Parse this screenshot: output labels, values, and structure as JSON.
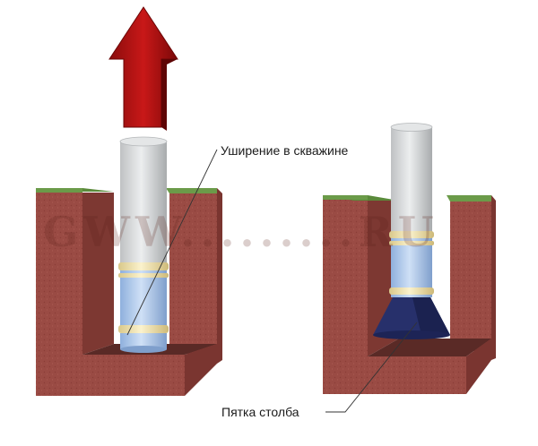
{
  "labels": {
    "widening": "Уширение в скважине",
    "heel": "Пятка столба"
  },
  "watermark": "GWW.........RU",
  "colors": {
    "soil": "#9a4b44",
    "soil_dark": "#7a3530",
    "grass": "#5a8a3a",
    "pile": "#d2d4d6",
    "pile_blue": "#a9c3e6",
    "pile_ring": "#efe1a8",
    "heel_fill": "#27306b",
    "arrow": "#b01010"
  },
  "icons": [
    "up-arrow-icon"
  ]
}
